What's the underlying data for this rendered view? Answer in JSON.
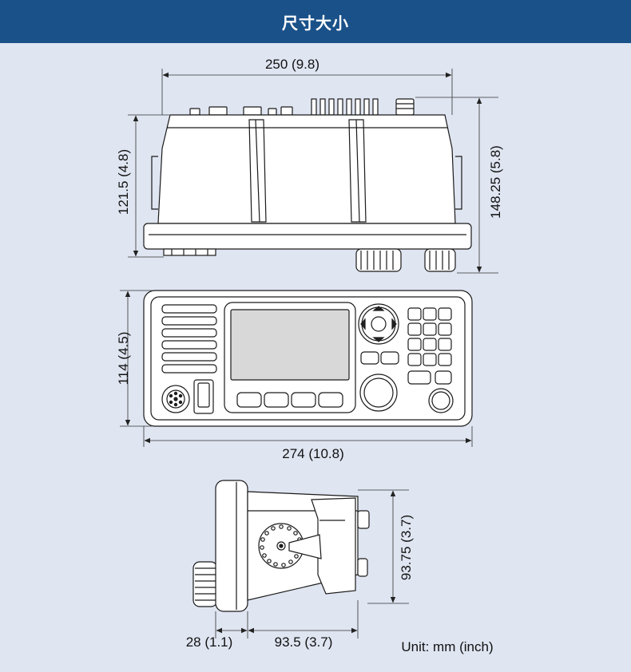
{
  "header": {
    "title": "尺寸大小"
  },
  "dimensions": {
    "top_width": "250 (9.8)",
    "top_height_body": "121.5 (4.8)",
    "top_height_total": "148.25 (5.8)",
    "front_height": "114 (4.5)",
    "front_width": "274 (10.8)",
    "side_knob_depth": "28 (1.1)",
    "side_body_depth": "93.5 (3.7)",
    "side_height": "93.75 (3.7)"
  },
  "unit_note": "Unit: mm (inch)",
  "colors": {
    "banner": "#1a5189",
    "background": "#dfe5f1",
    "device_fill": "#ffffff",
    "device_stroke": "#1a1a1a",
    "screen_fill": "#d8d8d8"
  },
  "views": [
    "top-view",
    "front-view",
    "side-view"
  ]
}
